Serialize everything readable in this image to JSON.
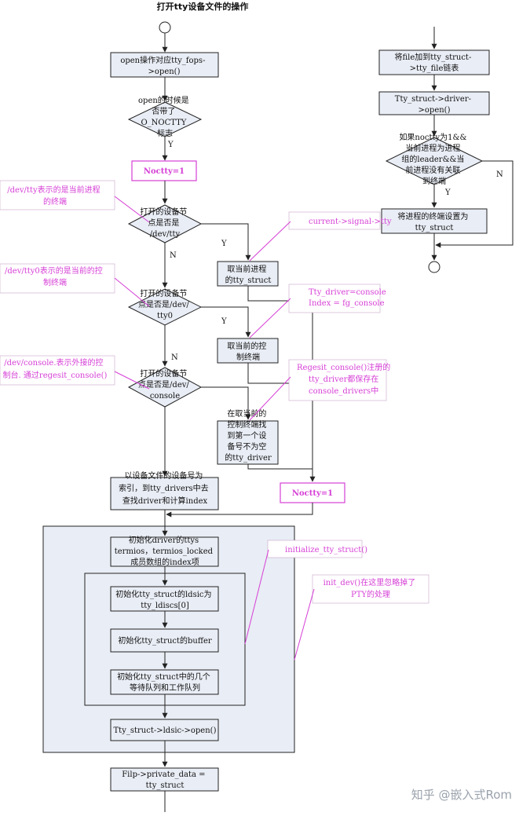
{
  "title": "打开tty设备文件的操作",
  "watermark": "知乎 @嵌入式Rom",
  "left": {
    "open_box": [
      "open操作对应tty_fops-",
      ">open()"
    ],
    "decision_noctty": [
      "open的时候是",
      "否带了",
      "O_NOCTTY",
      "标志"
    ],
    "yes_1": "Y",
    "set_noctty_box": "Noctty=1",
    "decision_dev_tty": [
      "打开的设备节",
      "点是否是",
      "/dev/tty"
    ],
    "no_1": "N",
    "yes_2": "Y",
    "decision_dev_tty0": [
      "打开的设备节",
      "点是否是/dev/",
      "tty0"
    ],
    "no_2": "N",
    "yes_3": "Y",
    "decision_dev_console": [
      "打开的设备节",
      "点是否是/dev/",
      "console"
    ],
    "get_proc_tty_box": [
      "取当前进程",
      "的tty_struct"
    ],
    "get_ctrl_term_box": [
      "取当前的控",
      "制终端"
    ],
    "find_driver_box": [
      "在取当前的",
      "控制终端找",
      "到第一个设",
      "备号不为空",
      "的tty_driver"
    ],
    "set_noctty_box2": "Noctty=1",
    "lookup_box": [
      "以设备文件的设备号为",
      "索引，到tty_drivers中去",
      "查找driver和计算index"
    ],
    "init_ttys_box": [
      "初始化driver的ttys",
      "termios，termios_locked",
      "成员数组的index项"
    ],
    "init_ldisc_box": [
      "初始化tty_struct的ldsic为",
      "tty_ldiscs[0]"
    ],
    "init_buffer_box": "初始化tty_struct的buffer",
    "init_queues_box": [
      "初始化tty_struct中的几个",
      "等待队列和工作队列"
    ],
    "ldisc_open_box": "Tty_struct->ldsic->open()",
    "private_data_box": [
      "Filp->private_data =",
      "tty_struct"
    ]
  },
  "right": {
    "add_file_box": [
      "将file加到tty_struct-",
      ">tty_file链表"
    ],
    "driver_open_box": [
      "Tty_struct->driver-",
      ">open()"
    ],
    "decision_noctty_leader": [
      "如果noctty为1&&",
      "当前进程为进程",
      "组的leader&&当",
      "前进程没有关联",
      "到终端"
    ],
    "no_label": "N",
    "yes_label": "Y",
    "set_ctrl_term_box": [
      "将进程的终端设置为",
      "tty_struct"
    ]
  },
  "notes": {
    "dev_tty": [
      "/dev/tty表示的是当前进程",
      "的终端"
    ],
    "dev_tty0": [
      "/dev/tty0表示的是当前的控",
      "制终端"
    ],
    "dev_console": [
      "/dev/console.表示外接的控",
      "制台. 通过regesit_console()"
    ],
    "current_signal": "current->signal->tty",
    "tty_driver_console": [
      "Tty_driver=console",
      "Index = fg_console"
    ],
    "regesit_console": [
      "Regesit_console()注册的",
      "tty_driver都保存在",
      "console_drivers中"
    ],
    "initialize_tty_struct": "initialize_tty_struct()",
    "init_dev": [
      "init_dev()在这里忽略掉了",
      "PTY的处理"
    ]
  },
  "colors": {
    "box_fill": "#e9edf5",
    "group_fill": "#e9edf5",
    "stroke": "#222222",
    "note": "#d63fd6",
    "note_box_fill": "#ffffff"
  }
}
